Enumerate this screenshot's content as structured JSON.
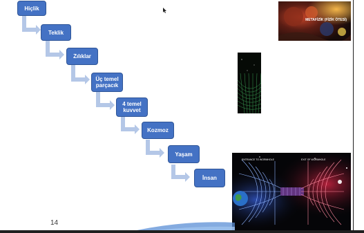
{
  "slide": {
    "page_number": "14",
    "steps": [
      {
        "label": "Hiçlik"
      },
      {
        "label": "Teklik"
      },
      {
        "label": "Zılıklar"
      },
      {
        "label": "Üç temel\nparçacık"
      },
      {
        "label": "4 temel\nkuvvet"
      },
      {
        "label": "Kozmoz"
      },
      {
        "label": "Yaşam"
      },
      {
        "label": "İnsan"
      }
    ],
    "colors": {
      "box": "#4472c4",
      "box_border": "#2f5597",
      "arrow": "#b4c7e7"
    }
  },
  "images": {
    "metafizik": {
      "caption": "METAFİZİK (FİZİK ÖTESİ)",
      "icon": "metaphysics-poster-image"
    },
    "spacetime": {
      "icon": "spacetime-grid-image"
    },
    "wormhole": {
      "left_label": "ENTRANCE TO WORMHOLE",
      "right_label": "EXIT OF WORMHOLE",
      "icon": "wormhole-image"
    }
  }
}
